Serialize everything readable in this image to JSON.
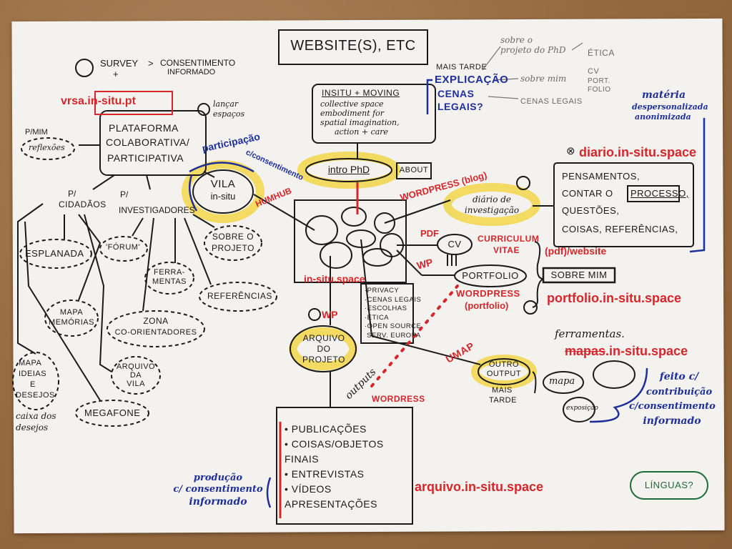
{
  "title": "WEBSITE(S), ETC",
  "survey": {
    "label": "SURVEY",
    "plus": "+",
    "arrow": ">",
    "consent_1": "CONSENTIMENTO",
    "consent_2": "INFORMADO"
  },
  "platform": {
    "url": "vrsa.in-situ.pt",
    "title_1": "PLATAFORMA",
    "title_2": "COLABORATIVA/",
    "title_3": "PARTICIPATIVA",
    "lancar_1": "lançar",
    "lancar_2": "espaços",
    "pmim": "P/MIM",
    "reflexoes": "reflexões",
    "cidadaos_1": "P/",
    "cidadaos_2": "CIDADÃOS",
    "investigadores_1": "P/",
    "investigadores_2": "INVESTIGADORES"
  },
  "citizens": {
    "esplanada": "ESPLANADA",
    "mapa_memorias_1": "MAPA",
    "mapa_memorias_2": "MEMÓRIAS",
    "mapa_ideias_1": "MAPA",
    "mapa_ideias_2": "IDEIAS",
    "mapa_ideias_3": "E",
    "mapa_ideias_4": "DESEJOS",
    "caixa_1": "caixa dos",
    "caixa_2": "desejos",
    "megafone": "MEGAFONE",
    "arquivo_vila_1": "ARQUIVO",
    "arquivo_vila_2": "DA",
    "arquivo_vila_3": "VILA"
  },
  "researchers": {
    "forum": "'FÓRUM'",
    "ferramentas_1": "FERRA-",
    "ferramentas_2": "MENTAS",
    "zona_1": "ZONA",
    "zona_2": "CO-ORIENTADORES",
    "referencias": "REFERÊNCIAS",
    "sobre_1": "SOBRE O",
    "sobre_2": "PROJETO"
  },
  "vila": {
    "line_1": "VILA",
    "line_2": "in-situ",
    "participacao_1": "participação",
    "participacao_2": "c/consentimento",
    "humhub": "HUMHUB"
  },
  "center": {
    "insitu_heading": "INSITU + MOVING",
    "insitu_body_1": "collective space",
    "insitu_body_2": "embodiment for",
    "insitu_body_3": "spatial imagination,",
    "insitu_body_4": "action + care",
    "intro": "intro PhD",
    "about": "ABOUT",
    "site": "in-situ.space",
    "legal": [
      "PRIVACY",
      "CENAS LEGAIS",
      "ESCOLHAS",
      "ÉTICA",
      "OPEN SOURCE",
      "SERV. EUROPA"
    ]
  },
  "explicacao": {
    "mais_tarde": "MAIS TARDE",
    "explicacao": "EXPLICAÇÃO",
    "cenas_1": "CENAS",
    "cenas_2": "LEGAIS?",
    "sobre_projeto_1": "sobre o",
    "sobre_projeto_2": "projeto do PhD",
    "etica": "ÉTICA",
    "sobre_mim": "sobre mim",
    "cv": "CV",
    "portfolio_1": "PORT.",
    "portfolio_2": "FOLIO",
    "cenas_legais": "CENAS LEGAIS"
  },
  "materia": {
    "line_1": "matéria",
    "line_2": "despersonalizada",
    "line_3": "anonimizada"
  },
  "diario": {
    "url": "diario.in-situ.space",
    "platform": "WORDPRESS (blog)",
    "node_1": "diário de",
    "node_2": "investigação",
    "box_1": "PENSAMENTOS,",
    "box_2": "CONTAR O",
    "box_processo": "PROCESSO,",
    "box_3": "QUESTÕES,",
    "box_4": "COISAS, REFERÊNCIAS,"
  },
  "cv": {
    "pdf": "PDF",
    "cv": "CV",
    "curriculum_1": "CURRICULUM",
    "curriculum_2": "VITAE",
    "curriculum_3": "(pdf)/website",
    "wp": "WP",
    "portfolio": "PORTFOLIO",
    "sobre_mim": "SOBRE MIM",
    "wordpress_1": "WORDPRESS",
    "wordpress_2": "(portfolio)",
    "portfolio_url": "portfolio.in-situ.space"
  },
  "arquivo": {
    "wp": "WP",
    "node_1": "ARQUIVO",
    "node_2": "DO",
    "node_3": "PROJETO",
    "outputs": "outputs",
    "wordress": "WORDRESS",
    "items": [
      "PUBLICAÇÕES",
      "COISAS/OBJETOS FINAIS",
      "ENTREVISTAS",
      "VÍDEOS APRESENTAÇÕES"
    ],
    "url": "arquivo.in-situ.space",
    "producao_1": "produção",
    "producao_2": "c/ consentimento",
    "producao_3": "informado"
  },
  "outro": {
    "umap": "UMAP",
    "node_1": "OUTRO",
    "node_2": "OUTPUT",
    "mais_tarde_1": "MAIS",
    "mais_tarde_2": "TARDE",
    "ferramentas": "ferramentas.",
    "mapas": "mapas",
    "url_suffix": ".in-situ.space",
    "mapa": "mapa",
    "exposicao": "exposição",
    "feito_1": "feito c/",
    "feito_2": "contribuição",
    "feito_3": "c/consentimento",
    "feito_4": "informado"
  },
  "linguas": "LÍNGUAS?",
  "colors": {
    "red": "#d7262b",
    "blue": "#1f2f9a",
    "yellow": "#f1d64a",
    "green": "#1e6b3a",
    "ink": "#1a1a1a"
  }
}
